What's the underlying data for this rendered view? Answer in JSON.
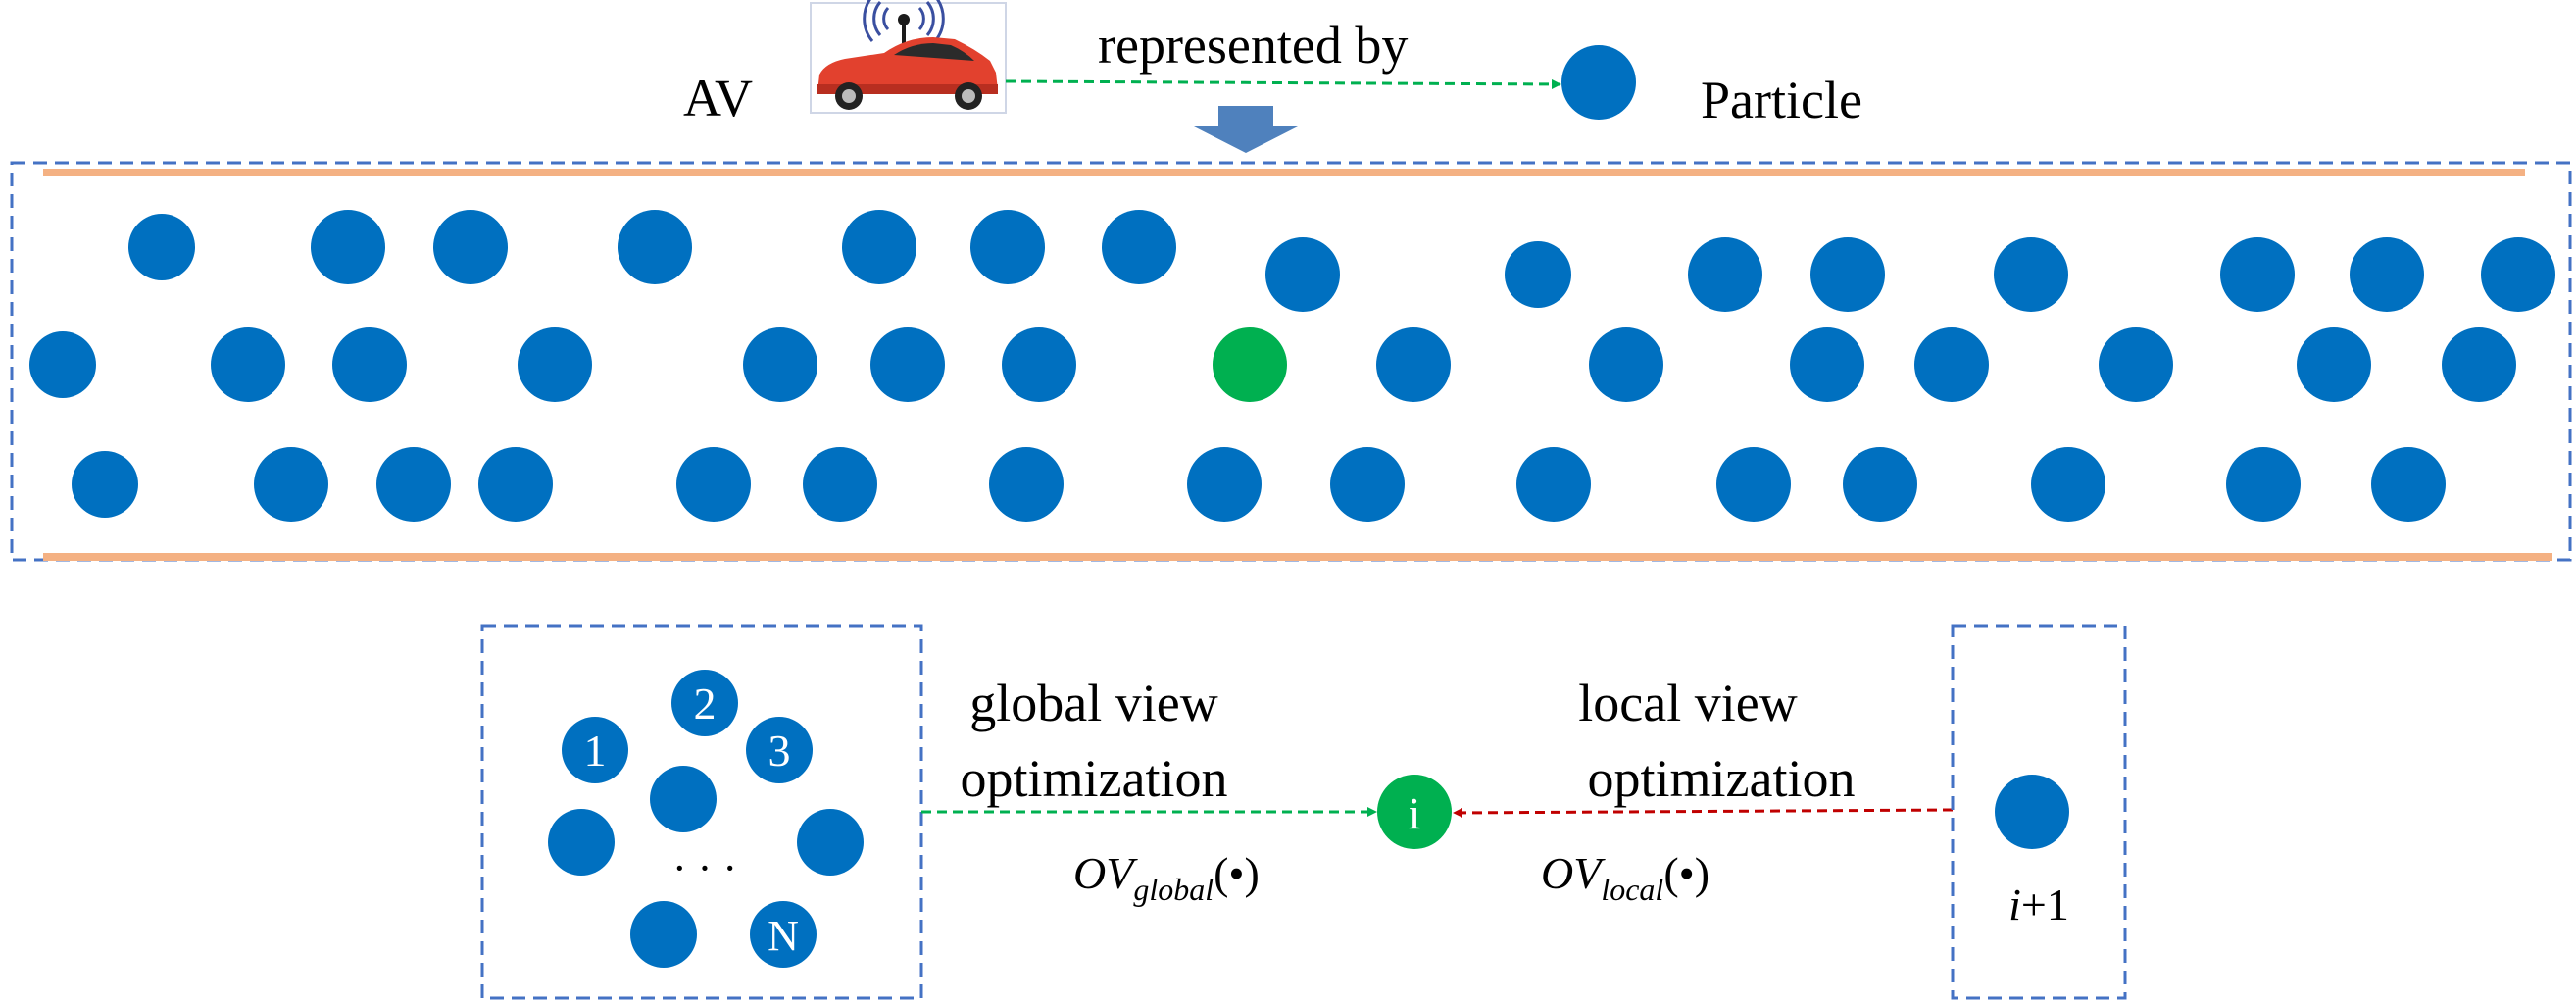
{
  "labels": {
    "av": "AV",
    "represented_by": "represented by",
    "particle": "Particle",
    "global_view_1": "global view",
    "global_view_2": "optimization",
    "local_view_1": "local view",
    "local_view_2": "optimization",
    "ov_base": "OV",
    "ov_global_sub": "global",
    "ov_local_sub": "local",
    "ov_arg": "(•)",
    "i_label": "i",
    "i_plus_1_var": "i",
    "i_plus_1_rest": "+1"
  },
  "swarm_numbers": [
    "1",
    "2",
    "3",
    "N"
  ],
  "ellipsis": "· · ·",
  "colors": {
    "particle_blue": "#0070C0",
    "highlight_green": "#00B050",
    "dashed_box_blue": "#4472C4",
    "road_line_orange": "#F4B183",
    "arrow_green": "#00B050",
    "arrow_red": "#C00000",
    "down_arrow_blue": "#4F81BD",
    "car_red": "#E2412E",
    "signal_blue": "#3A4FA0"
  },
  "icons": {
    "car": "autonomous-car-icon",
    "signal": "wireless-signal-icon",
    "down_arrow": "down-arrow-icon"
  }
}
